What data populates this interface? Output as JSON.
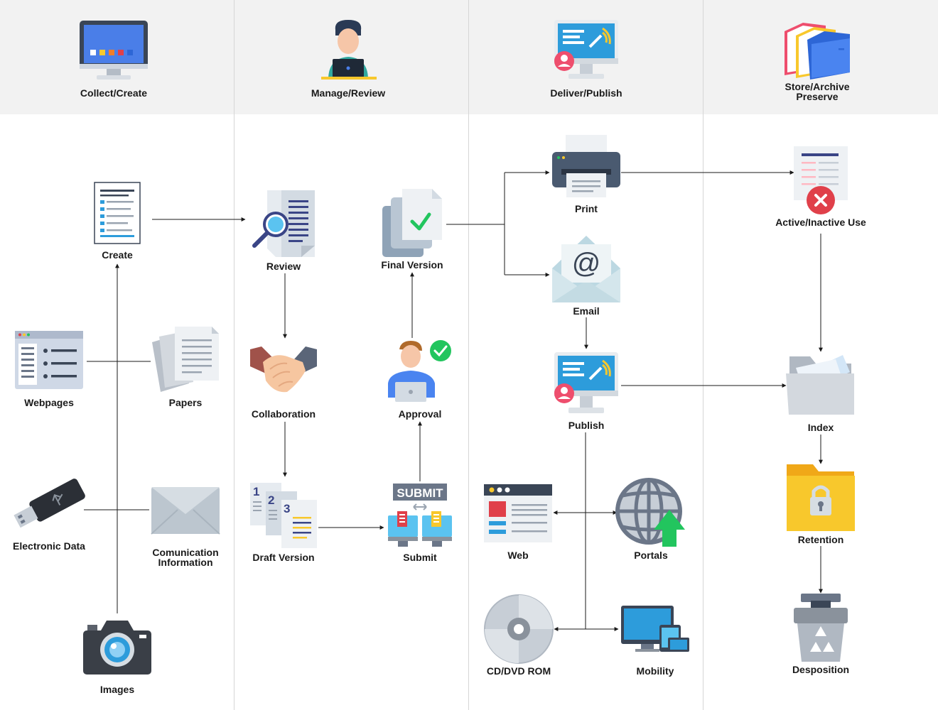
{
  "lanes": [
    {
      "title": "Collect/Create"
    },
    {
      "title": "Manage/Review"
    },
    {
      "title": "Deliver/Publish"
    },
    {
      "title": "Store/Archive",
      "subtitle": "Preserve"
    }
  ],
  "nodes": {
    "create": "Create",
    "webpages": "Webpages",
    "papers": "Papers",
    "electronic_data": "Electronic Data",
    "communication_line1": "Comunication",
    "communication_line2": "Information",
    "images": "Images",
    "review": "Review",
    "collaboration": "Collaboration",
    "draft_version": "Draft Version",
    "final_version": "Final Version",
    "approval": "Approval",
    "submit": "Submit",
    "print": "Print",
    "email": "Email",
    "publish": "Publish",
    "web": "Web",
    "portals": "Portals",
    "cd_dvd_rom": "CD/DVD ROM",
    "mobility": "Mobility",
    "active_inactive_use": "Active/Inactive Use",
    "index": "Index",
    "retention": "Retention",
    "desposition": "Desposition"
  },
  "icon_texts": {
    "submit_sign": "SUBMIT",
    "email_at": "@",
    "draft_numbers": [
      "1",
      "2",
      "3"
    ]
  },
  "colors": {
    "header_band": "#f2f2f2",
    "lane_divider": "#d6d6d6",
    "connector": "#1a1a1a",
    "accent_blue": "#2d9cdb",
    "accent_green": "#22c55e",
    "accent_red": "#e0404a",
    "accent_yellow": "#f8c82c"
  }
}
